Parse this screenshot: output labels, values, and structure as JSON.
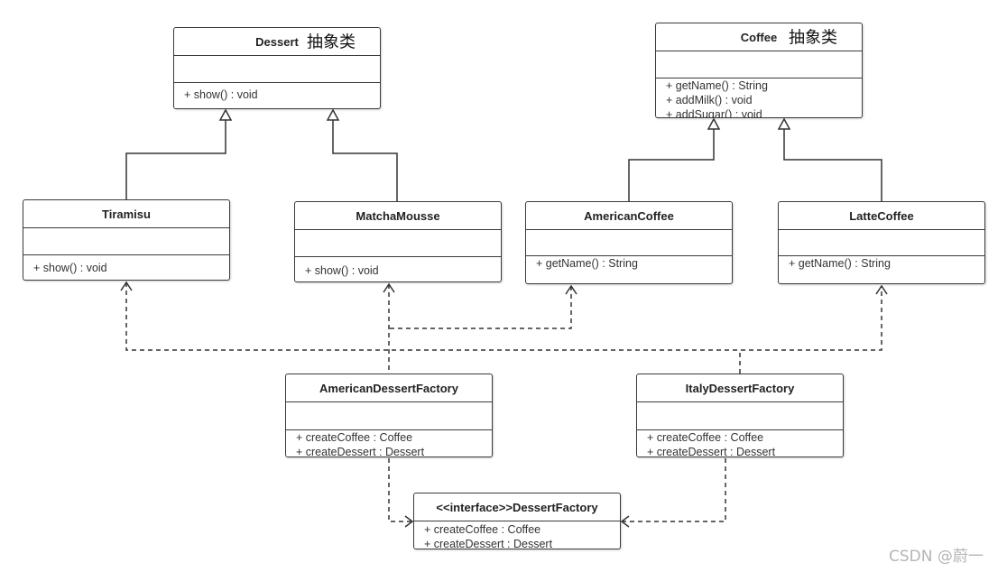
{
  "classes": {
    "dessert": {
      "name": "Dessert",
      "note": "抽象类",
      "methods": [
        "+ show() : void"
      ]
    },
    "coffee": {
      "name": "Coffee",
      "note": "抽象类",
      "methods": [
        "+ getName() : String",
        "+ addMilk() : void",
        "+ addSugar() : void"
      ]
    },
    "tiramisu": {
      "name": "Tiramisu",
      "methods": [
        "+ show() : void"
      ]
    },
    "matcha_mousse": {
      "name": "MatchaMousse",
      "methods": [
        "+ show() : void"
      ]
    },
    "american_coffee": {
      "name": "AmericanCoffee",
      "methods": [
        "+ getName() : String"
      ]
    },
    "latte_coffee": {
      "name": "LatteCoffee",
      "methods": [
        "+ getName() : String"
      ]
    },
    "american_dessert_factory": {
      "name": "AmericanDessertFactory",
      "methods": [
        "+ createCoffee : Coffee",
        "+ createDessert : Dessert"
      ]
    },
    "italy_dessert_factory": {
      "name": "ItalyDessertFactory",
      "methods": [
        "+ createCoffee : Coffee",
        "+ createDessert : Dessert"
      ]
    },
    "dessert_factory": {
      "name": "<<interface>>DessertFactory",
      "methods": [
        "+ createCoffee : Coffee",
        "+ createDessert : Dessert"
      ]
    }
  },
  "watermark": "CSDN @蔚一"
}
